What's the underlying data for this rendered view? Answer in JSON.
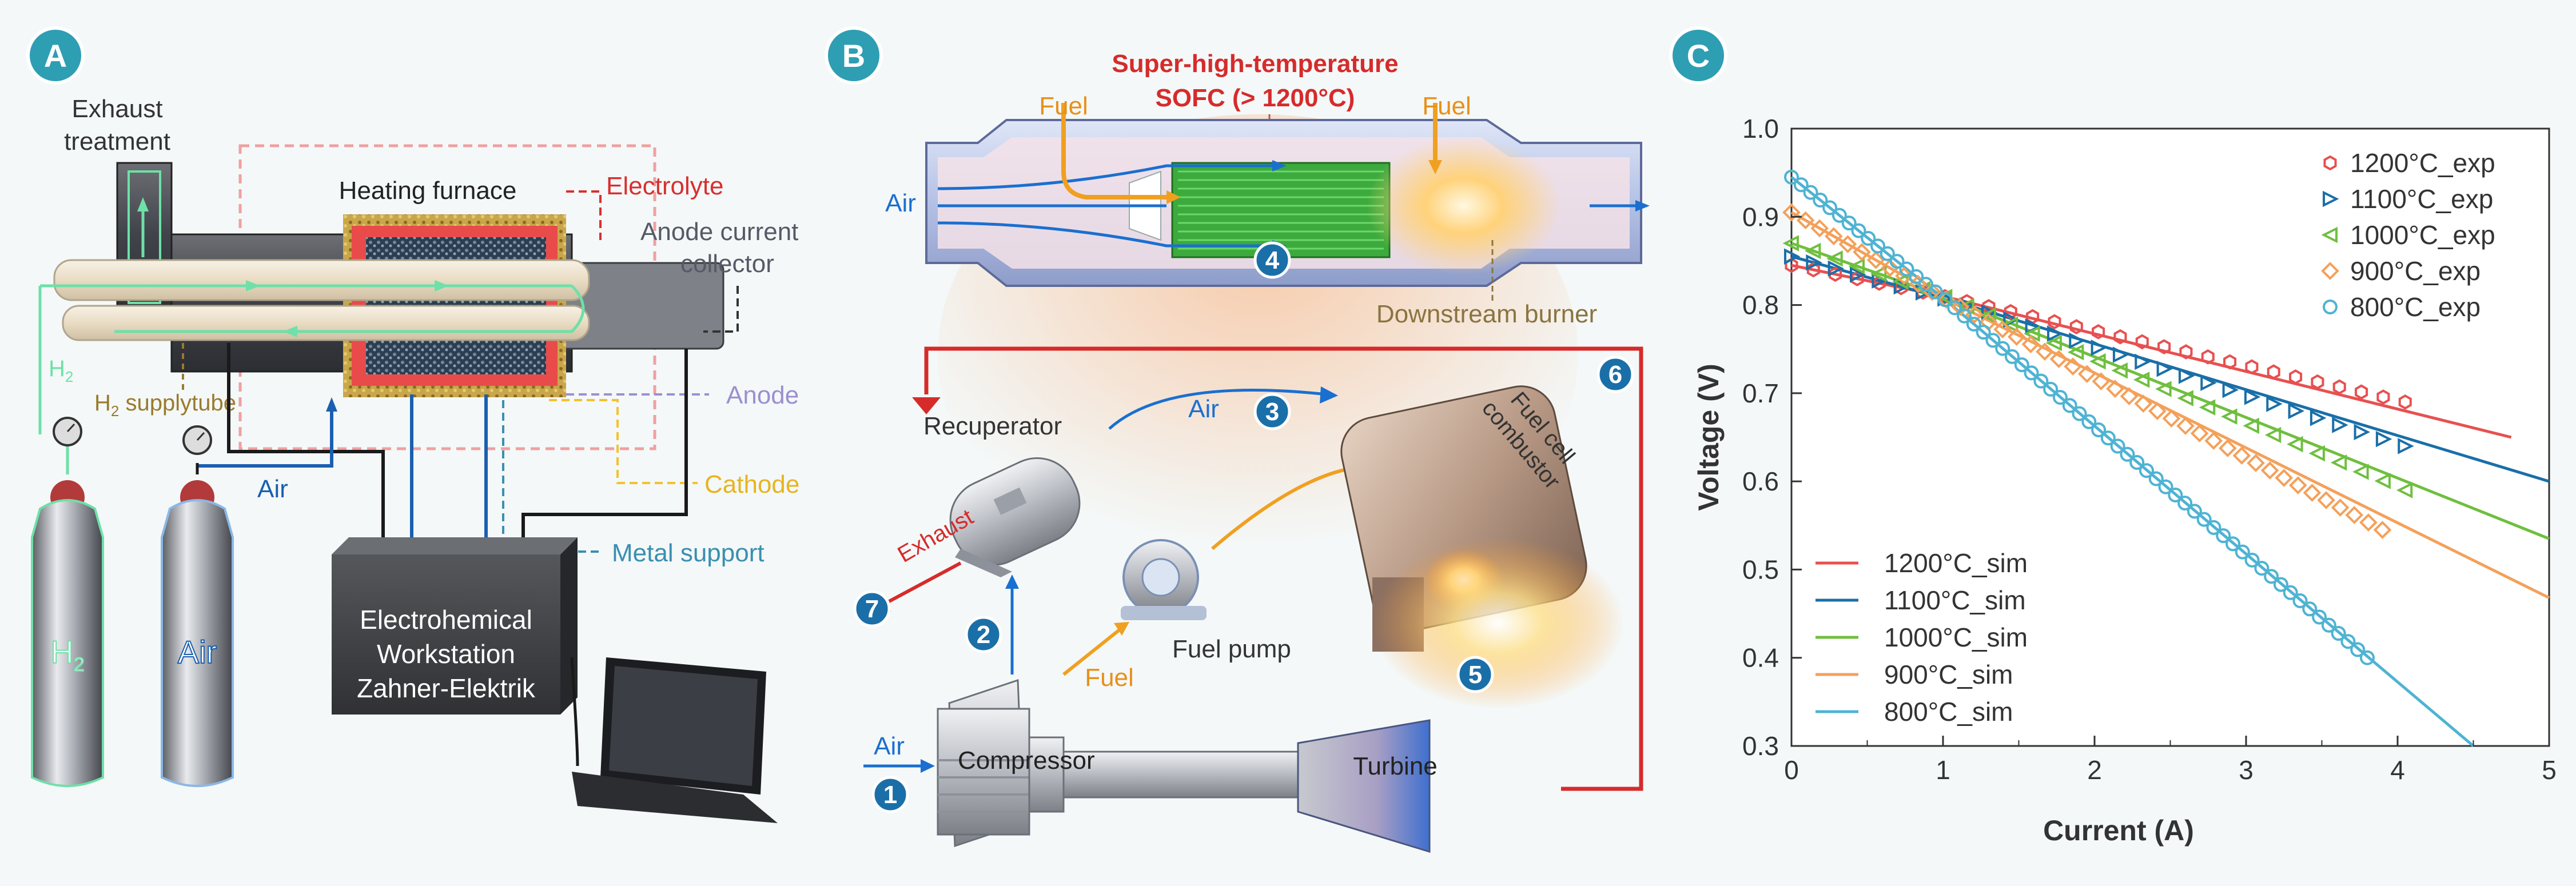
{
  "panel_a": {
    "badge": "A",
    "exhaust_line1": "Exhaust",
    "exhaust_line2": "treatment",
    "heating_furnace": "Heating furnace",
    "electrolyte": "Electrolyte",
    "anode_cc_line1": "Anode current",
    "anode_cc_line2": "collector",
    "h2": "H",
    "h2_sub": "2",
    "h2_supply_h": "H",
    "h2_supply_sub": "2",
    "h2_supply_rest": " supplytube",
    "anode": "Anode",
    "air": "Air",
    "cathode": "Cathode",
    "metal_support": "Metal support",
    "ws_line1": "Electrohemical",
    "ws_line2": "Workstation",
    "ws_line3": "Zahner-Elektrik",
    "cyl_h2": "H",
    "cyl_h2_sub": "2",
    "cyl_air": "Air",
    "colors": {
      "electrolyte": "#e03030",
      "anode": "#9b8fd0",
      "cathode": "#f2c22e",
      "metal_support": "#3a8fb0",
      "h2_line": "#6ee0a8",
      "air_line": "#1a5fb0"
    }
  },
  "panel_b": {
    "badge": "B",
    "sofc_line1": "Super-high-temperature",
    "sofc_line2": "SOFC (> 1200°C)",
    "fuel_left": "Fuel",
    "fuel_right": "Fuel",
    "air_inlet": "Air",
    "downstream_burner": "Downstream burner",
    "recuperator": "Recuperator",
    "air_mid": "Air",
    "exhaust": "Exhaust",
    "fuel_pump": "Fuel pump",
    "fuel_low": "Fuel",
    "fc_line1": "Fuel cell",
    "fc_line2": "combustor",
    "compressor": "Compressor",
    "turbine": "Turbine",
    "air_low": "Air",
    "steps": [
      "1",
      "2",
      "3",
      "4",
      "5",
      "6",
      "7"
    ]
  },
  "chart_data": {
    "badge": "C",
    "type": "line",
    "xlabel": "Current (A)",
    "ylabel": "Voltage (V)",
    "xlim": [
      0,
      5
    ],
    "ylim": [
      0.3,
      1.0
    ],
    "xticks": [
      "0",
      "1",
      "2",
      "3",
      "4",
      "5"
    ],
    "yticks": [
      "0.3",
      "0.4",
      "0.5",
      "0.6",
      "0.7",
      "0.8",
      "0.9",
      "1.0"
    ],
    "legend_exp_position": "top-right",
    "legend_sim_position": "bottom-left",
    "exp_series": [
      {
        "name": "1200°C_exp",
        "color": "#e85050",
        "marker": "hexagon",
        "y0": 0.845,
        "xbreak": 1.0,
        "ybreak": 0.81,
        "xend": 4.05,
        "yend": 0.69
      },
      {
        "name": "1100°C_exp",
        "color": "#1a6fa8",
        "marker": "triangle-right",
        "y0": 0.855,
        "xbreak": 1.0,
        "ybreak": 0.808,
        "xend": 4.05,
        "yend": 0.64
      },
      {
        "name": "1000°C_exp",
        "color": "#6fbf3f",
        "marker": "triangle-left",
        "y0": 0.87,
        "xbreak": 1.0,
        "ybreak": 0.81,
        "xend": 4.05,
        "yend": 0.59
      },
      {
        "name": "900°C_exp",
        "color": "#f4a05a",
        "marker": "diamond",
        "y0": 0.905,
        "xbreak": 1.0,
        "ybreak": 0.808,
        "xend": 3.9,
        "yend": 0.545
      },
      {
        "name": "800°C_exp",
        "color": "#4fb3d3",
        "marker": "circle",
        "y0": 0.945,
        "xbreak": 1.0,
        "ybreak": 0.808,
        "xend": 3.8,
        "yend": 0.4
      }
    ],
    "sim_series": [
      {
        "name": "1200°C_sim",
        "color": "#e85050",
        "x": [
          0,
          1,
          4.75
        ],
        "y": [
          0.845,
          0.81,
          0.65
        ]
      },
      {
        "name": "1100°C_sim",
        "color": "#1a6fa8",
        "x": [
          0,
          1,
          5.0
        ],
        "y": [
          0.855,
          0.808,
          0.6
        ]
      },
      {
        "name": "1000°C_sim",
        "color": "#6fbf3f",
        "x": [
          0,
          1,
          5.0
        ],
        "y": [
          0.87,
          0.81,
          0.535
        ]
      },
      {
        "name": "900°C_sim",
        "color": "#f4a05a",
        "x": [
          0,
          1,
          5.0
        ],
        "y": [
          0.905,
          0.808,
          0.468
        ]
      },
      {
        "name": "800°C_sim",
        "color": "#4fb3d3",
        "x": [
          0,
          1,
          4.5
        ],
        "y": [
          0.945,
          0.808,
          0.3
        ]
      }
    ]
  }
}
